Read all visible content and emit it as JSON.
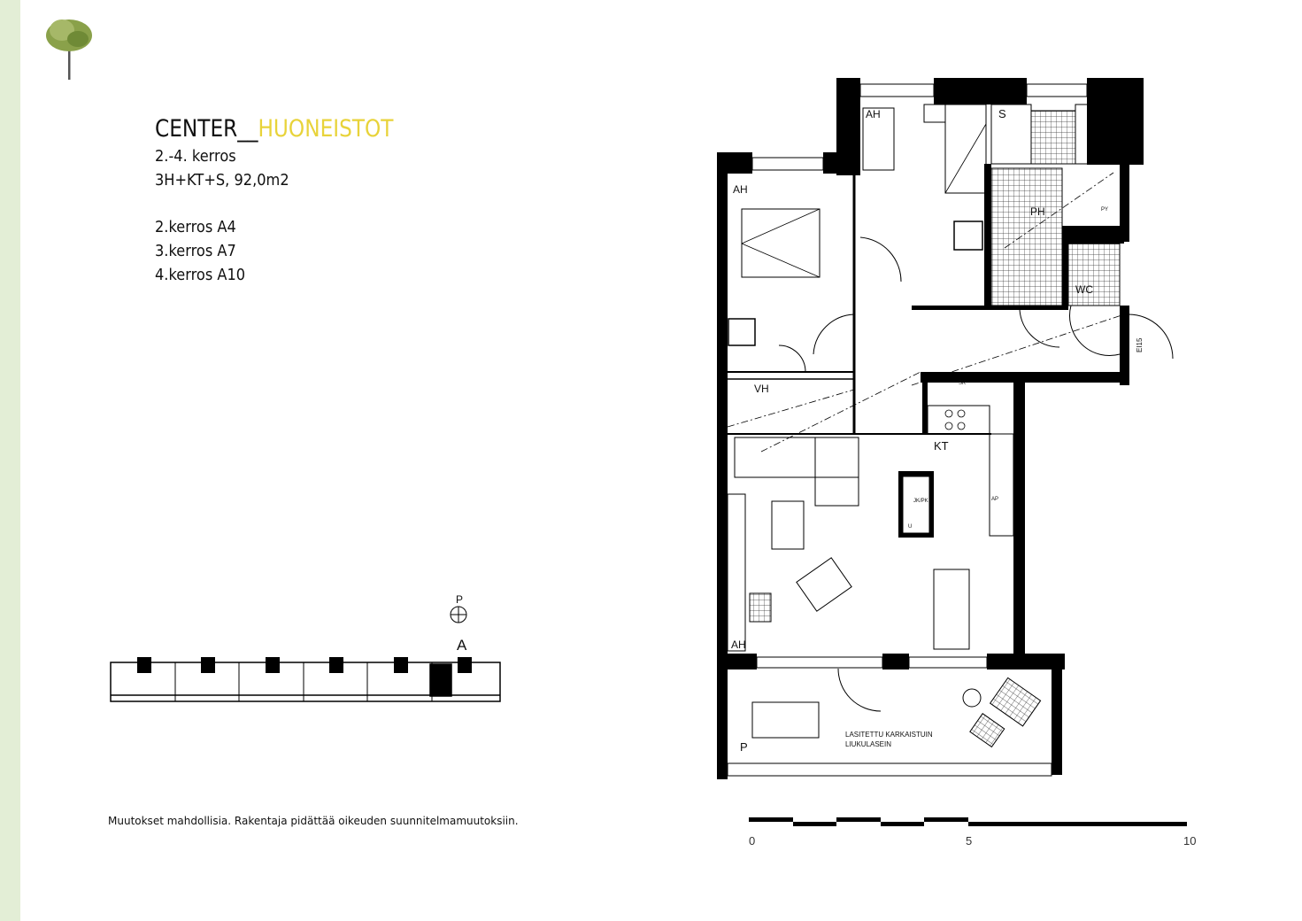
{
  "logo": {
    "text": "",
    "color": "#7a8f3a"
  },
  "header": {
    "title_main": "CENTER__",
    "title_accent": "HUONEISTOT",
    "accent_color": "#e8d33a",
    "floors": "2.-4.  kerros",
    "type_area": "3H+KT+S,  92,0m2",
    "apartments": [
      "2.kerros  A4",
      "3.kerros  A7",
      "4.kerros  A10"
    ]
  },
  "keyplan": {
    "compass_label": "P",
    "section_label": "A"
  },
  "plan": {
    "labels": {
      "bedroom1": "AH",
      "bedroom2": "AH",
      "storage": "S",
      "bathroom": "PH",
      "wc": "WC",
      "walk_in": "VH",
      "kitchen": "KT",
      "living_ah": "AH",
      "balcony": "P",
      "balcony_note_1": "LASITETTU KARKAISTUIN",
      "balcony_note_2": "LIUKULASEIN",
      "fire_class": "EI15",
      "sk": "SK",
      "jkpk": "JK/PK",
      "u": "U",
      "ap": "AP",
      "py": "PY"
    }
  },
  "scale": {
    "labels": [
      "0",
      "5",
      "10"
    ],
    "unit_max": 10
  },
  "footer": {
    "disclaimer": "Muutokset mahdollisia. Rakentaja pidättää oikeuden suunnitelmamuutoksiin."
  },
  "colors": {
    "stripe": "#e3eed6",
    "wall": "#000000"
  }
}
